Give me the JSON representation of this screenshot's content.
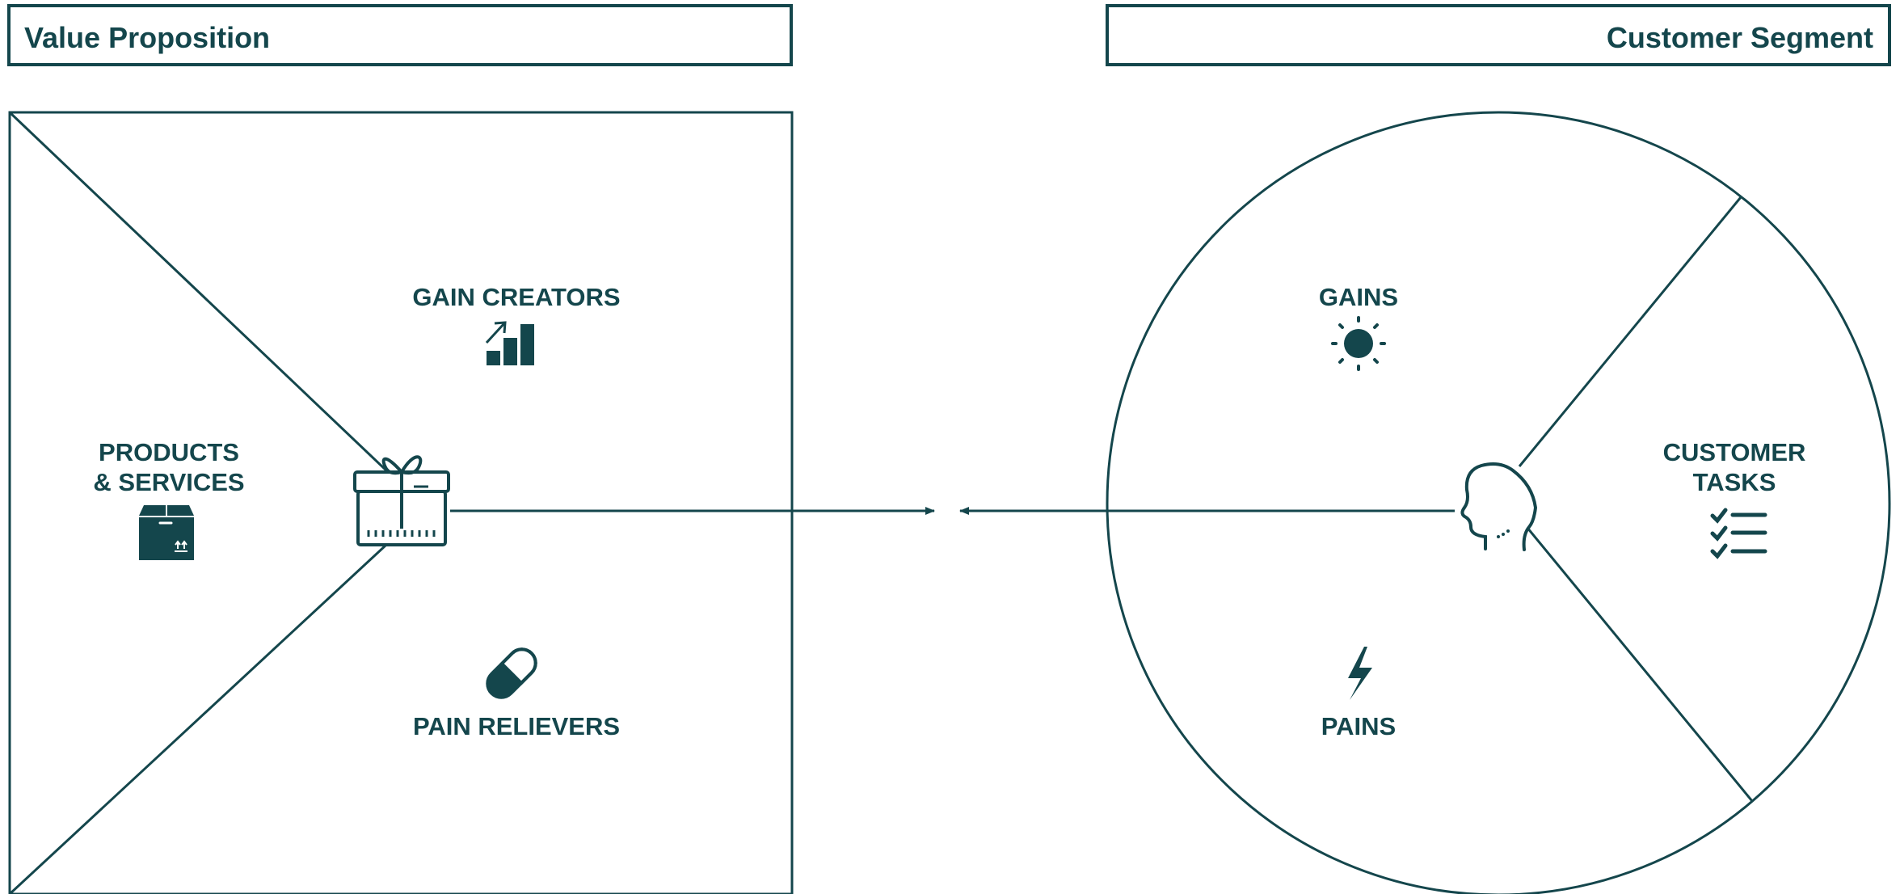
{
  "headers": {
    "left": "Value Proposition",
    "right": "Customer Segment"
  },
  "value_map": {
    "gain_creators": "GAIN CREATORS",
    "products_services_line1": "PRODUCTS",
    "products_services_line2": "& SERVICES",
    "pain_relievers": "PAIN RELIEVERS"
  },
  "customer_profile": {
    "gains": "GAINS",
    "customer_tasks_line1": "CUSTOMER",
    "customer_tasks_line2": "TASKS",
    "pains": "PAINS"
  },
  "icons": {
    "gain_creators": "growth-chart-icon",
    "products_services": "box-icon",
    "pain_relievers": "pill-icon",
    "center_left": "gift-icon",
    "gains": "sun-icon",
    "customer_tasks": "checklist-icon",
    "pains": "lightning-icon",
    "center_right": "head-icon"
  },
  "colors": {
    "primary": "#14464c",
    "background": "#ffffff"
  }
}
